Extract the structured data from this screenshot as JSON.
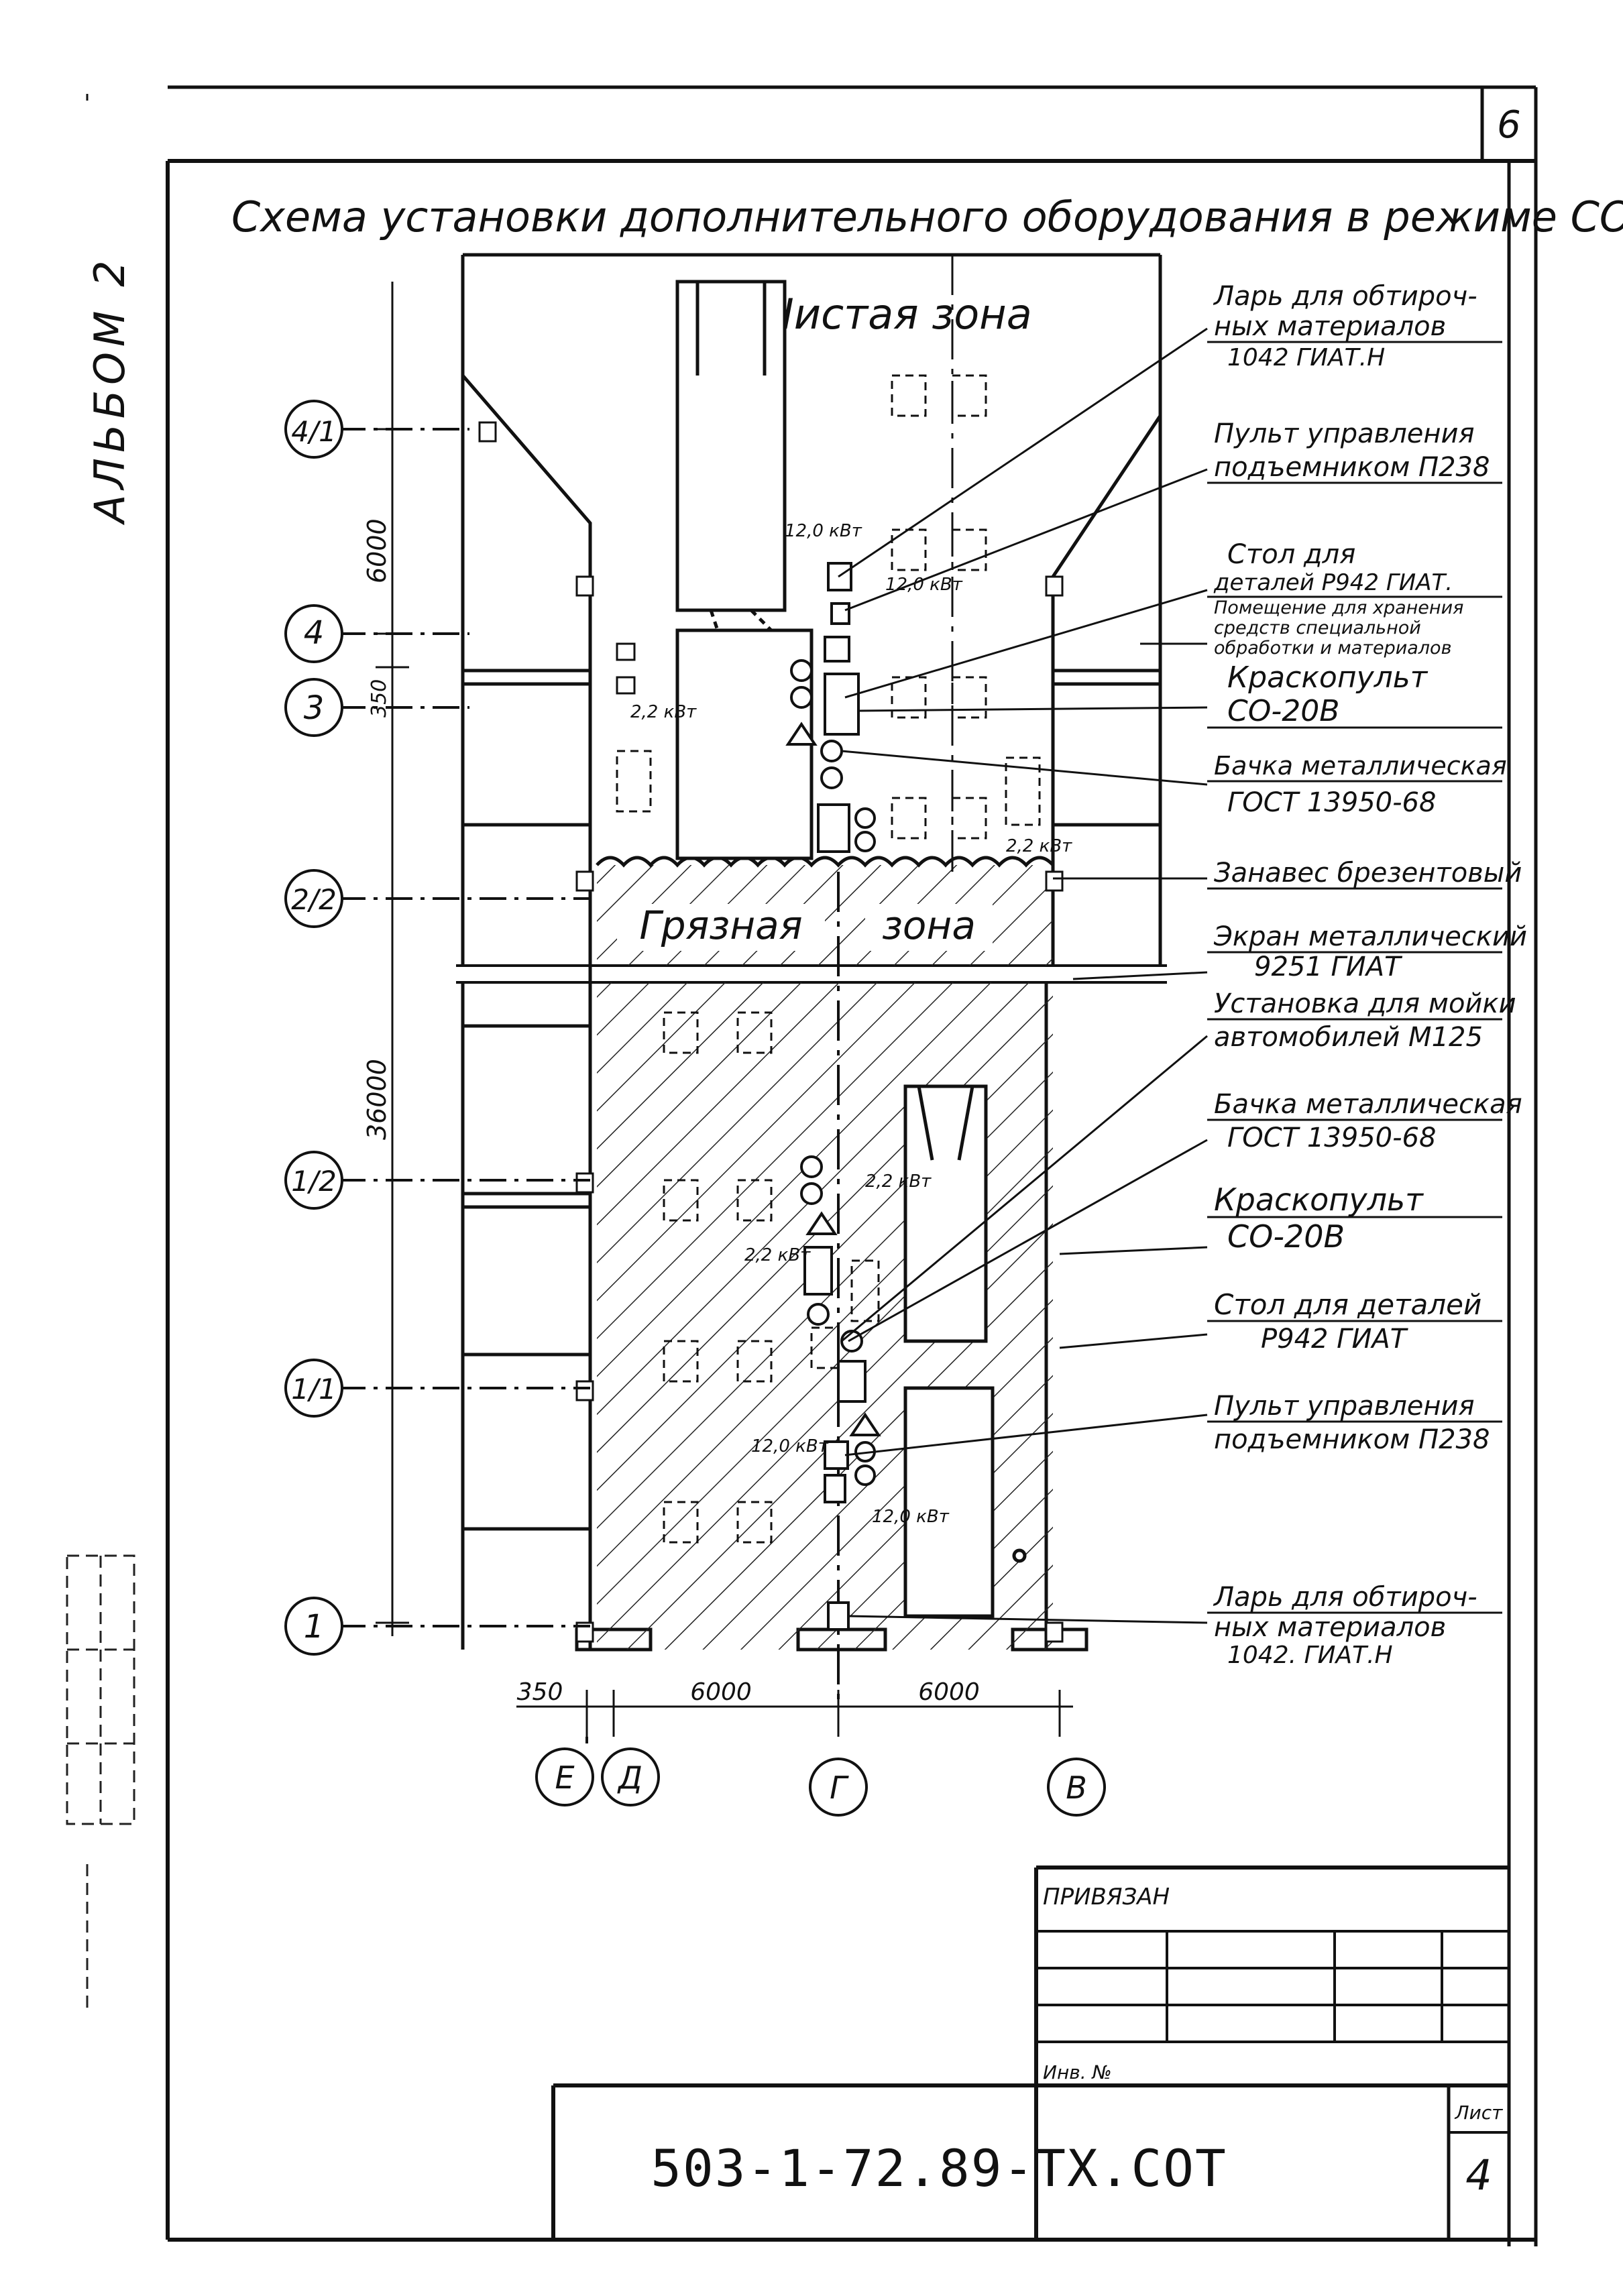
{
  "sheet": {
    "corner_number": "6",
    "album_label": "АЛЬБОМ 2",
    "title": "Схема установки дополнительного оборудования в режиме СОТ",
    "document_code": "503-1-72.89-ТХ.СОТ",
    "sheet_label": "Лист",
    "sheet_number": "4",
    "tie_label": "ПРИВЯЗАН",
    "inv_label": "Инв. №"
  },
  "zones": {
    "clean": "Чистая зона",
    "dirty_1": "Грязная",
    "dirty_2": "зона"
  },
  "axes": {
    "rows": [
      "4/1",
      "4",
      "3",
      "2/2",
      "1/2",
      "1/1",
      "1"
    ],
    "columns": [
      "Е",
      "Д",
      "Г",
      "В"
    ]
  },
  "dimensions": {
    "vertical": [
      "6000",
      "350",
      "36000"
    ],
    "horizontal": [
      "350",
      "6000",
      "6000"
    ]
  },
  "power_labels": [
    "12,0 кВт",
    "12,0 кВт",
    "2,2 кВт",
    "2,2 кВт",
    "2,2 кВт",
    "2,2 кВт",
    "12,0 кВт",
    "12,0 кВт"
  ],
  "callouts": [
    {
      "line1": "Ларь для обтироч-",
      "line2": "ных материалов",
      "line3": "1042 ГИАТ.Н"
    },
    {
      "line1": "Пульт управления",
      "line2": "подъемником П238"
    },
    {
      "line1": "Стол для",
      "line2": "деталей Р942 ГИАТ."
    },
    {
      "line1": "Помещение для хранения",
      "line2": "средств специальной",
      "line3": "обработки и материалов"
    },
    {
      "line1": "Краскопульт",
      "line2": "СО-20В"
    },
    {
      "line1": "Бачка металлическая",
      "line2": "ГОСТ 13950-68"
    },
    {
      "line1": "Занавес брезентовый"
    },
    {
      "line1": "Экран металлический",
      "line2": "9251 ГИАТ"
    },
    {
      "line1": "Установка для мойки",
      "line2": "автомобилей М125"
    },
    {
      "line1": "Бачка металлическая",
      "line2": "ГОСТ 13950-68"
    },
    {
      "line1": "Краскопульт",
      "line2": "СО-20В"
    },
    {
      "line1": "Стол для деталей",
      "line2": "Р942 ГИАТ"
    },
    {
      "line1": "Пульт управления",
      "line2": "подъемником П238"
    },
    {
      "line1": "Ларь для обтироч-",
      "line2": "ных материалов",
      "line3": "1042. ГИАТ.Н"
    }
  ],
  "colors": {
    "ink": "#111111",
    "paper": "#ffffff"
  }
}
